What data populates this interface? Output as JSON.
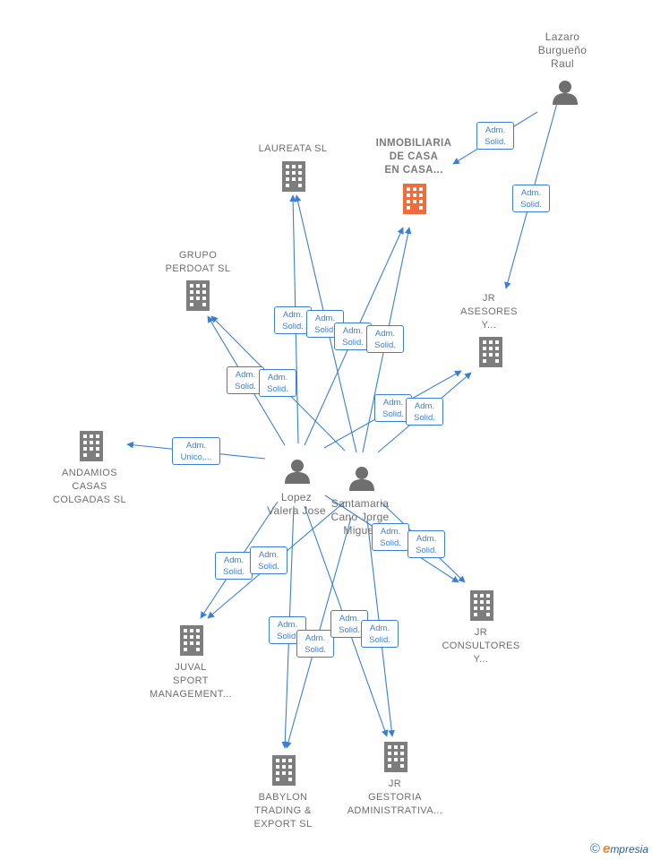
{
  "nodes": {
    "lazaro": "Lazaro\nBurgueño\nRaul",
    "inmobiliaria": "INMOBILIARIA\nDE CASA\nEN CASA...",
    "laureata": "LAUREATA SL",
    "grupo_perdoat": "GRUPO\nPERDOAT  SL",
    "jr_asesores": "JR\nASESORES\nY...",
    "andamios": "ANDAMIOS\nCASAS\nCOLGADAS  SL",
    "lopez": "Lopez\nValera Jose",
    "santamaria": "Santamaria\nCano Jorge\nMiguel",
    "jr_consultores": "JR\nCONSULTORES\nY...",
    "juval": "JUVAL\nSPORT\nMANAGEMENT...",
    "babylon": "BABYLON\nTRADING &\nEXPORT  SL",
    "jr_gestoria": "JR\nGESTORIA\nADMINISTRATIVA..."
  },
  "relations": {
    "adm_solid": "Adm.\nSolid.",
    "adm_unico": "Adm.\nUnico,..."
  },
  "colors": {
    "edge": "#3a7fd5",
    "company_icon": "#7d7d7d",
    "main_company_icon": "#f26b3a",
    "person_icon": "#6f6f6f"
  },
  "footer": {
    "copyright_symbol": "©",
    "brand_initial": "e",
    "brand_rest": "mpresia"
  }
}
